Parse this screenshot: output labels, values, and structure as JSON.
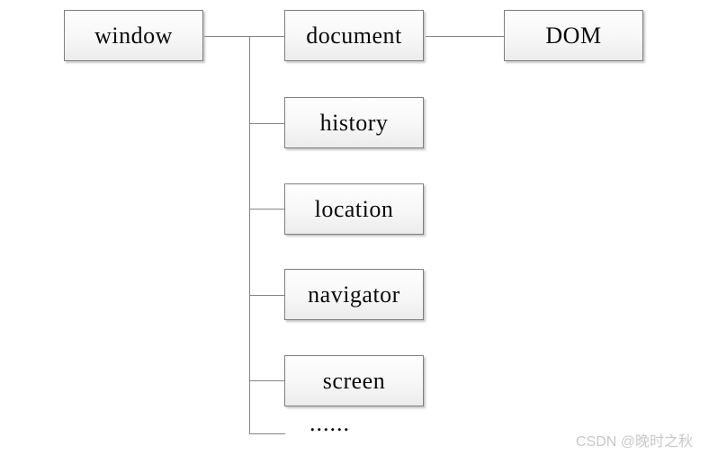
{
  "diagram": {
    "title_hint": "Browser Object Model hierarchy",
    "nodes": {
      "window": "window",
      "document": "document",
      "dom": "DOM",
      "history": "history",
      "location": "location",
      "navigator": "navigator",
      "screen": "screen",
      "ellipsis": "......"
    },
    "edges": [
      "window-document",
      "document-dom",
      "window-history",
      "window-location",
      "window-navigator",
      "window-screen",
      "window-ellipsis"
    ],
    "colors": {
      "background": "#ffffff",
      "box_border": "#7f7f7f",
      "box_fill_top": "#fefefe",
      "box_fill_bottom": "#ececec",
      "connector_line": "#848484",
      "text": "#0a0a0a",
      "watermark_text": "#c8c8c8"
    }
  },
  "watermark": {
    "text": "CSDN @晚时之秋"
  }
}
